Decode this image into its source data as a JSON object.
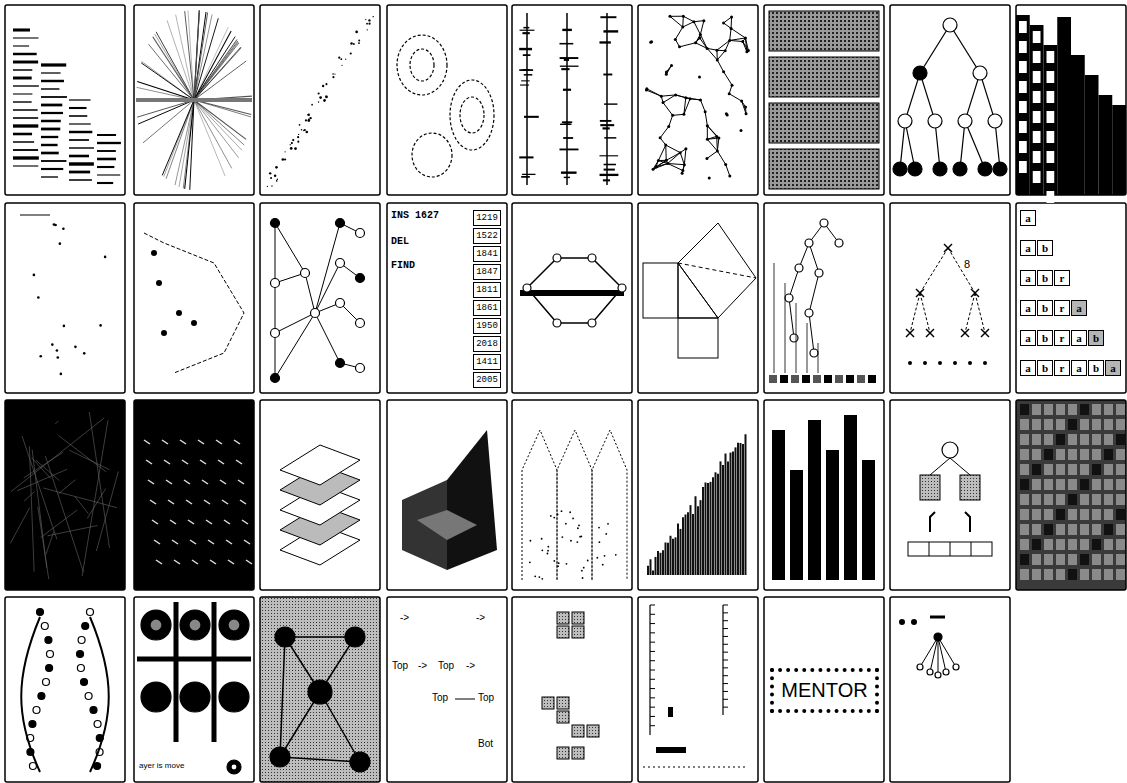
{
  "diagram": {
    "nodes": [
      {
        "text": [
          "MENTOR"
        ]
      }
    ],
    "labels": [
      "INS 1627",
      "DEL",
      "FIND",
      "1219",
      "1522",
      "1841",
      "1847",
      "1811",
      "1861",
      "1950",
      "2018",
      "1411",
      "2005",
      "8",
      "a",
      "a",
      "b",
      "a",
      "b",
      "r",
      "a",
      "b",
      "r",
      "a",
      "a",
      "b",
      "r",
      "a",
      "b",
      "a",
      "b",
      "r",
      "a",
      "b",
      "a",
      "ayer is move",
      "->",
      "->",
      "Top",
      "->",
      "Top",
      "->",
      "Top",
      "Top",
      "Bot"
    ]
  }
}
